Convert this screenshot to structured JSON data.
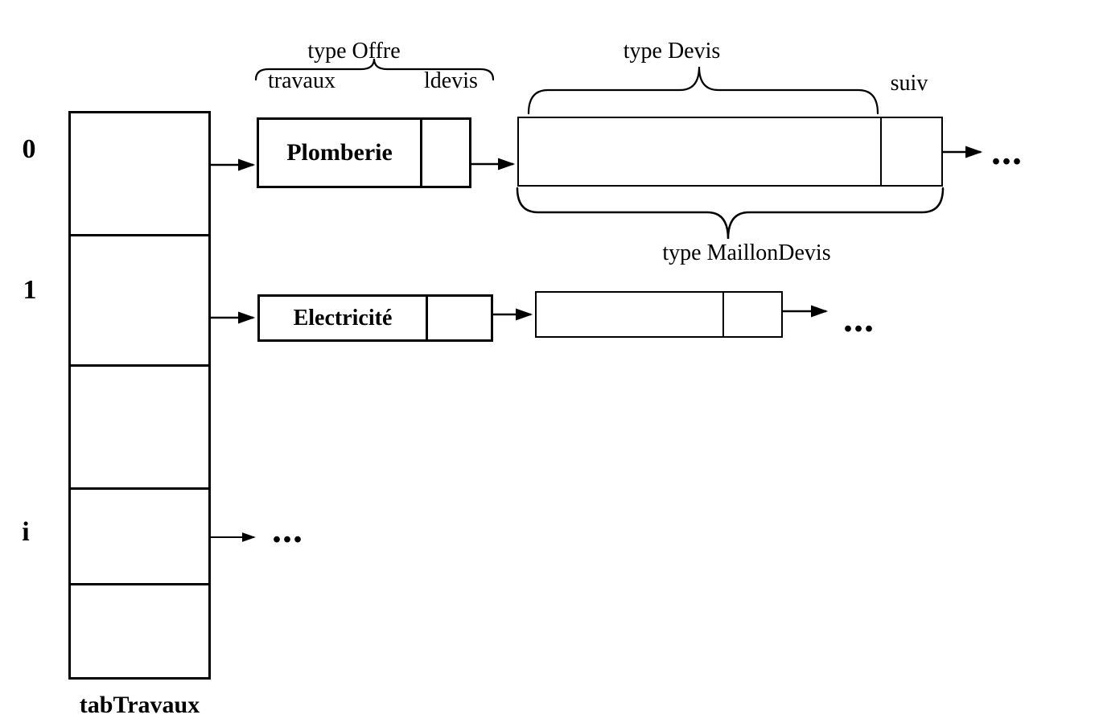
{
  "array": {
    "label": "tabTravaux",
    "index_0": "0",
    "index_1": "1",
    "index_i": "i"
  },
  "offre": {
    "type_label": "type Offre",
    "field_travaux": "travaux",
    "field_ldevis": "ldevis",
    "node_0_value": "Plomberie",
    "node_1_value": "Electricité"
  },
  "devis": {
    "type_label": "type Devis",
    "field_suiv": "suiv",
    "maillon_type_label": "type MaillonDevis"
  },
  "ellipsis": {
    "row_0": "...",
    "row_1": "...",
    "row_i": "..."
  },
  "colors": {
    "ink": "#000000",
    "background": "#ffffff"
  }
}
